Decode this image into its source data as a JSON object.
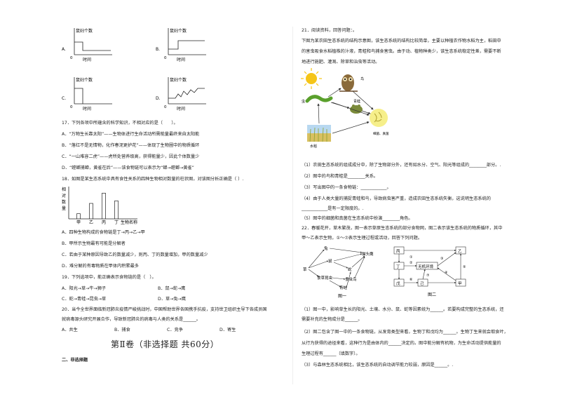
{
  "graphs": {
    "label": "鼠妇个数",
    "xlabel": "时间",
    "A": "A.",
    "B": "B.",
    "C": "C.",
    "D": "D."
  },
  "q17": {
    "stem": "17．下列各项中所蕴含的科学知识，不相对应的是（　　）。",
    "options": [
      "A．“万物生长靠太阳”——生物体进行生命活动所需能量最终来自太阳能",
      "B．“落红不是无情物，化作春泥更护花”——体现了生物圈中的物质循环",
      "C．“一山难容二虎”——虎所处营养级高，获得能量少，因此个体数量少",
      "D．“螳螂捕蝉，黄雀在后”——该食物链可以表示为“蝉→螳螂→黄雀”"
    ]
  },
  "q18": {
    "stem": "18．如图是某生态系统中具有食性关系的四种生物相对数量的柱状图，对该图分析正确是（ ）.",
    "ylabel": [
      "相",
      "对",
      "数",
      "量"
    ],
    "xlabel": "生物名称",
    "cats": [
      "甲",
      "乙",
      "丙",
      "丁"
    ],
    "options": [
      "A．四种生物构成的食物链是丁→丙→乙→甲",
      "B．甲所示生物最有可能是分解者",
      "C．若由于某种原因导致乙的数量减少，则丙、丁的数量增加，甲的数量减少",
      "D．难分解的有毒物质在甲体内积累最多"
    ]
  },
  "chart_data": {
    "type": "bar",
    "categories": [
      "甲",
      "乙",
      "丙",
      "丁"
    ],
    "values": [
      2,
      6,
      10,
      7
    ],
    "xlabel": "生物名称",
    "ylabel": "相对数量",
    "ylim": [
      0,
      12
    ]
  },
  "q19": {
    "stem": "19．下列选项中，能正确表示食物链的是（　）。",
    "optA": "A．阳光→草→牛→狮子",
    "optB": "B．鼠→蛇→鹰",
    "optC": "C．蛇→青蛙→昆虫→草",
    "optD": "D．草→兔→鹰"
  },
  "q20": {
    "line1": "20．当今全世界面临新冠肺炎疫情严峻挑战时，中国帮助世界各国携手抗疫，支持世卫组织主导下各成员国",
    "line2": "就病毒源头研究开展合作，导致新冠肺炎的病毒与人类的关系是______。",
    "optA": "A．共生",
    "optB": "B．捕食",
    "optC": "C．竞争",
    "optD": "D．寄生"
  },
  "section": {
    "title": "第Ⅱ卷（非选择题  共60分）",
    "sub": "二、非选择题"
  },
  "q21": {
    "stem": "21．阅读资料，回答问题：。",
    "p1": "下图为某农田生态系统的结构示意图，该生态系统的结构比较简单，主要以种植农作物水稻为主，稻田中",
    "p2": "的害虫吸食水稻植株的汁液，青蛙和鸟捕食害虫。由于动、植物种类少，该生态系统稳定性差，需要不断",
    "p3": "地进行施肥、灌溉、除草和治虫等活动。",
    "fig_owl": "鸟",
    "fig_worm": "虫",
    "fig_frog": "青蛙",
    "fig_rice": "水稻",
    "fig_decomp": "细菌、真菌",
    "sub": [
      "（1）农田生态系统的组成成分中，除了生物部分外，还有如水分、空气、阳光等组成的________部分。.",
      "（2）图中的鸟和青蛙是________关系。",
      "（3）写出图中的一条食物链：____________。",
      "（4）由于人类大量的捕捉青蛙和鸟，导致病虫害严重，造成农田生态系统失衡，这说明生态系统的",
      "____________是有一定限度的。.",
      "（5）图中的细菌和真菌在生态系统中扮演________角色。"
    ]
  },
  "q22": {
    "line1": "22．春暖花开，草木繁茂，图一表示草原生态系统的部分食物网，图二表示该生态系统的物质循环，其中",
    "line2": "甲～乙表示生物，①～⑦表示生理过程或活动，回答下列问题。",
    "fig1": {
      "grass": "草",
      "rabbit": "兔",
      "rat": "鼠",
      "snake": "蛇",
      "insect": "食草昆虫",
      "bird": "食虫鸟",
      "frog": "青蛙",
      "eagle": "猫头鹰",
      "caption": "图一"
    },
    "fig2": {
      "a": "丙",
      "b": "乙",
      "c": "丁",
      "d": "戊",
      "e": "己",
      "f": "甲",
      "center": "无机环境",
      "n1": "①",
      "n2": "②",
      "n3": "③",
      "n4": "④",
      "n5": "⑤",
      "n6": "⑥",
      "n7": "⑦",
      "caption": "图二"
    },
    "sub": [
      "（1）图一中，影响草生长的阳光、土壤、水分、鼠、蛇等因素统为______。若要构成完整的生态系统，还",
      "需要补充的生物成分是______。",
      "（2）图二包含了图一中的一条食物链，从发育类型来看，生物丁和戊均为______。生物丁生来就会取食叶，",
      "从行为获得的途径来看，这种行为是由体内的______决定的。图中能分解有机物，为生命活动提供能量的",
      "生理过程有______（填数字）。",
      "（3）与森林生态系统相比，该生态系统的自动调节能力较弱，原因是______。."
    ]
  }
}
